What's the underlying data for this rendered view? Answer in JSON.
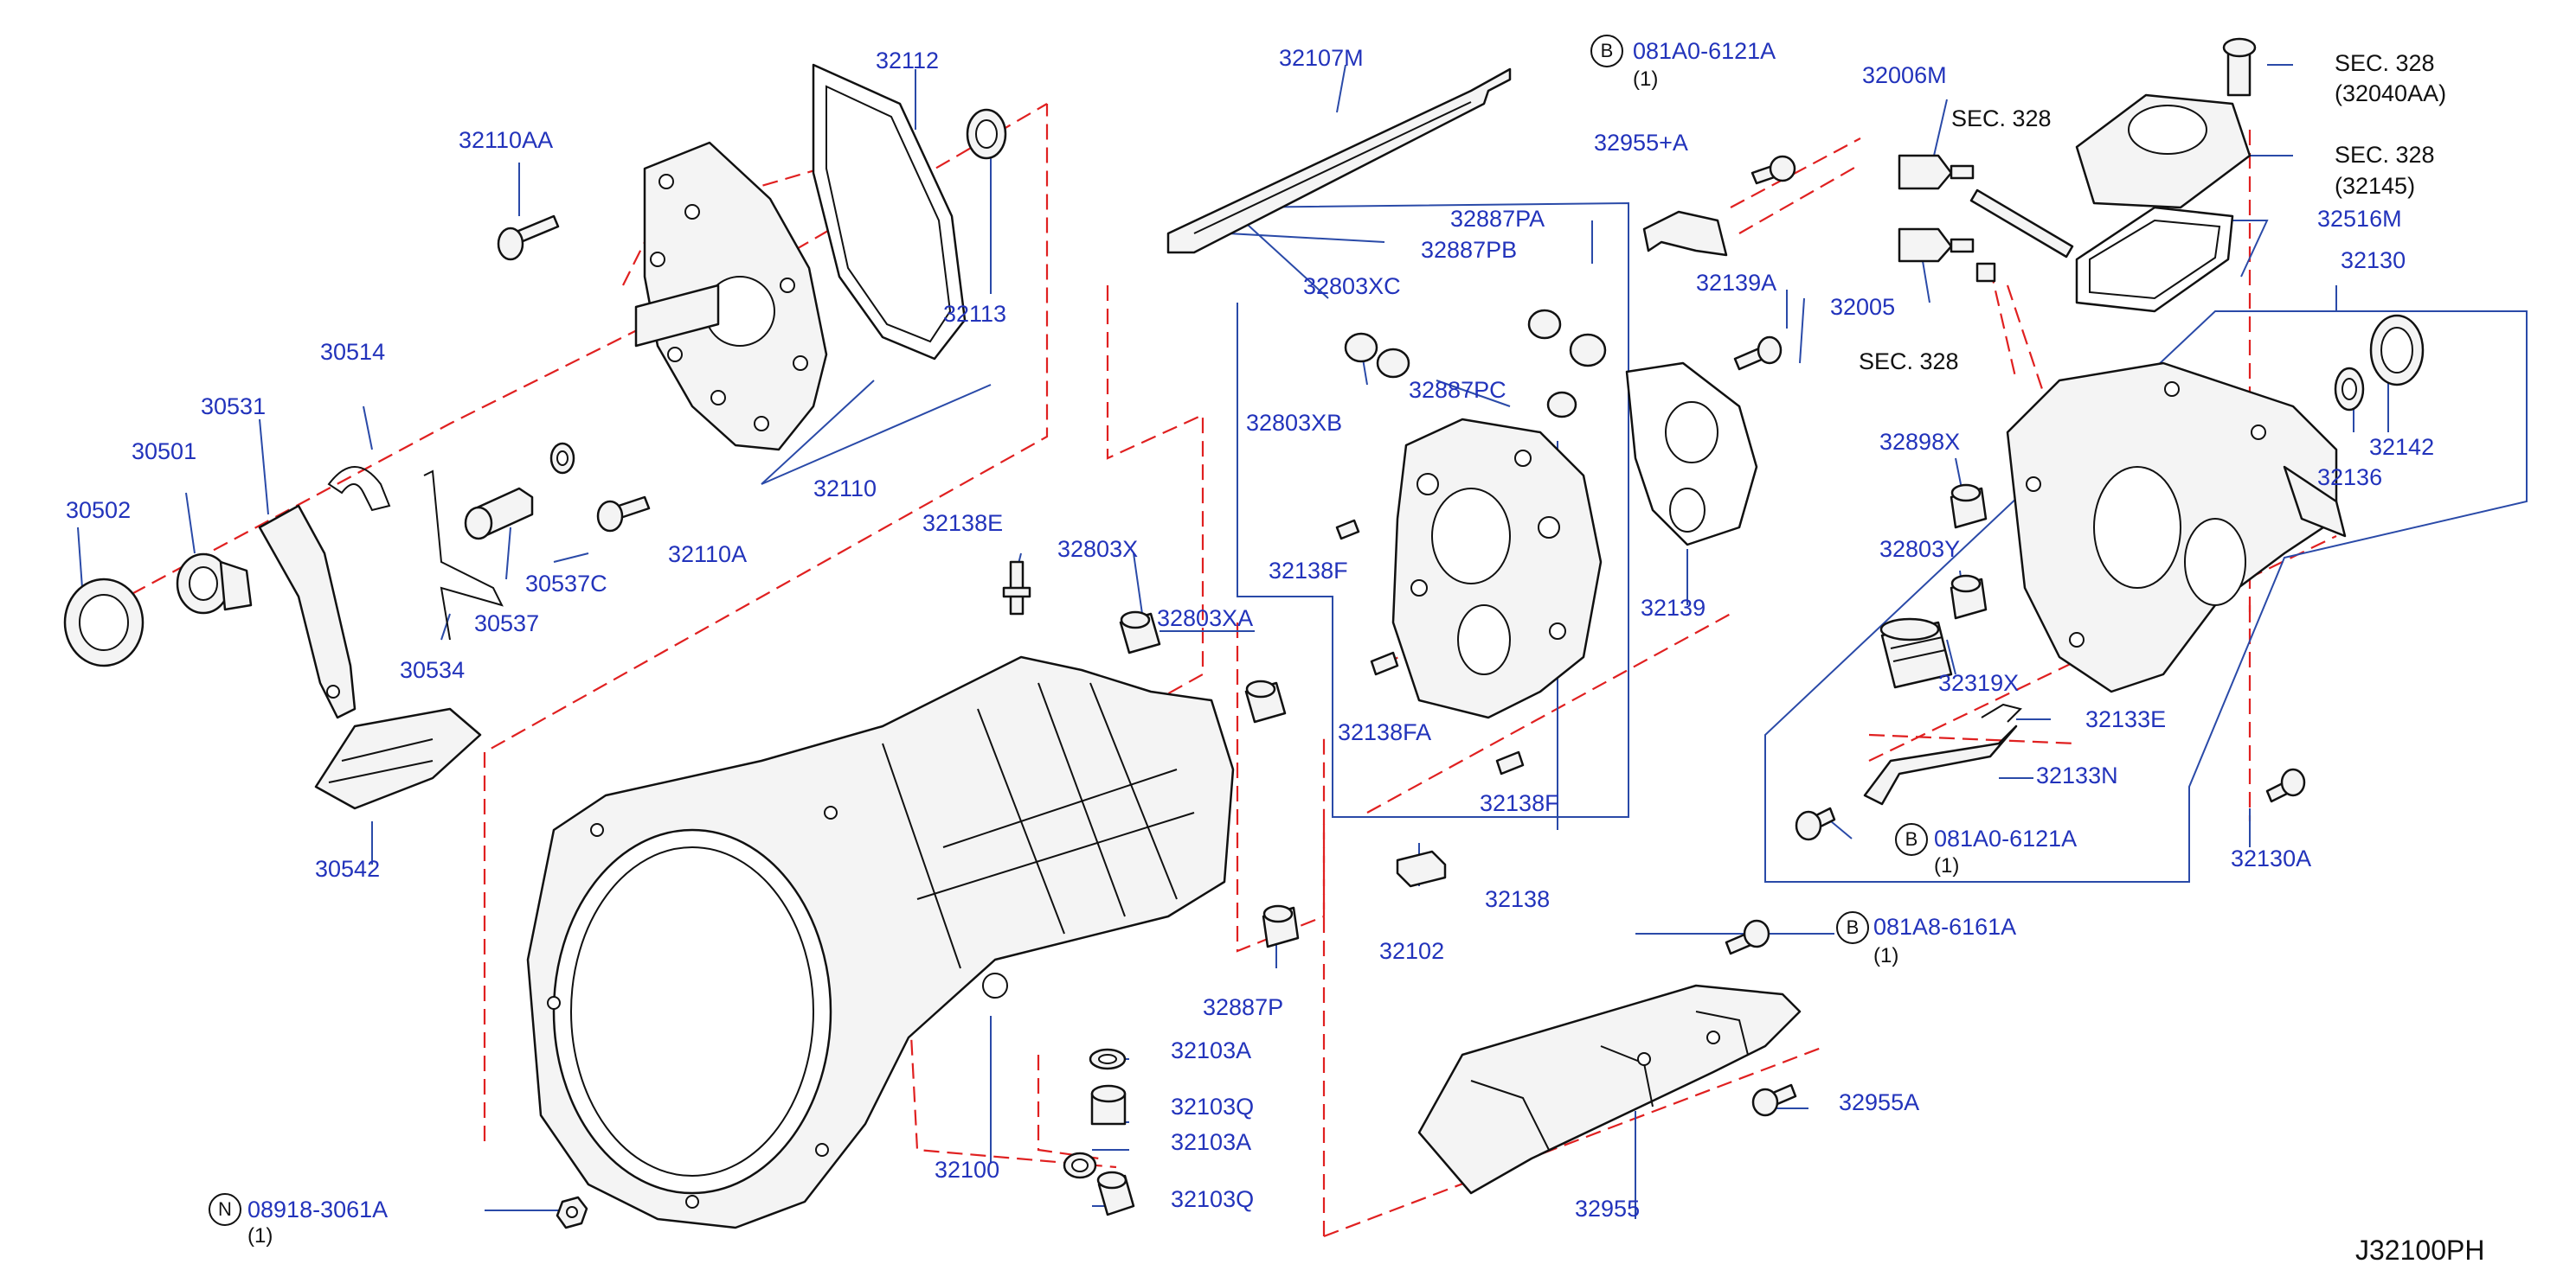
{
  "colors": {
    "label": "#2233bb",
    "leader": "#2a4aa8",
    "dashed_line": "#e02020",
    "outline": "#111111"
  },
  "diagram_id": "J32100PH",
  "labels": [
    {
      "id": "32112",
      "text": "32112"
    },
    {
      "id": "32110AA",
      "text": "32110AA"
    },
    {
      "id": "32113",
      "text": "32113"
    },
    {
      "id": "30514",
      "text": "30514"
    },
    {
      "id": "30531",
      "text": "30531"
    },
    {
      "id": "30501",
      "text": "30501"
    },
    {
      "id": "30502",
      "text": "30502"
    },
    {
      "id": "32110",
      "text": "32110"
    },
    {
      "id": "30537C",
      "text": "30537C"
    },
    {
      "id": "32110A",
      "text": "32110A"
    },
    {
      "id": "30537",
      "text": "30537"
    },
    {
      "id": "30534",
      "text": "30534"
    },
    {
      "id": "30542",
      "text": "30542"
    },
    {
      "id": "32107M",
      "text": "32107M"
    },
    {
      "id": "32138E",
      "text": "32138E"
    },
    {
      "id": "32803X",
      "text": "32803X"
    },
    {
      "id": "32803XA",
      "text": "32803XA"
    },
    {
      "id": "32887P",
      "text": "32887P"
    },
    {
      "id": "32103A_1",
      "text": "32103A"
    },
    {
      "id": "32103Q_1",
      "text": "32103Q"
    },
    {
      "id": "32103A_2",
      "text": "32103A"
    },
    {
      "id": "32103Q_2",
      "text": "32103Q"
    },
    {
      "id": "32100",
      "text": "32100"
    },
    {
      "id": "32887PA",
      "text": "32887PA"
    },
    {
      "id": "32887PB",
      "text": "32887PB"
    },
    {
      "id": "32803XC",
      "text": "32803XC"
    },
    {
      "id": "32803XB",
      "text": "32803XB"
    },
    {
      "id": "32887PC",
      "text": "32887PC"
    },
    {
      "id": "32138F_1",
      "text": "32138F"
    },
    {
      "id": "32138FA",
      "text": "32138FA"
    },
    {
      "id": "32138F_2",
      "text": "32138F"
    },
    {
      "id": "32138",
      "text": "32138"
    },
    {
      "id": "32102",
      "text": "32102"
    },
    {
      "id": "081A0-6121A_top",
      "text": "081A0-6121A"
    },
    {
      "id": "32955+A",
      "text": "32955+A"
    },
    {
      "id": "32139A",
      "text": "32139A"
    },
    {
      "id": "32139",
      "text": "32139"
    },
    {
      "id": "081A8-6161A",
      "text": "081A8-6161A"
    },
    {
      "id": "32955A",
      "text": "32955A"
    },
    {
      "id": "32955",
      "text": "32955"
    },
    {
      "id": "32006M",
      "text": "32006M"
    },
    {
      "id": "32005",
      "text": "32005"
    },
    {
      "id": "32516M",
      "text": "32516M"
    },
    {
      "id": "32130",
      "text": "32130"
    },
    {
      "id": "32142",
      "text": "32142"
    },
    {
      "id": "32136",
      "text": "32136"
    },
    {
      "id": "32898X",
      "text": "32898X"
    },
    {
      "id": "32803Y",
      "text": "32803Y"
    },
    {
      "id": "32319X",
      "text": "32319X"
    },
    {
      "id": "32133E",
      "text": "32133E"
    },
    {
      "id": "32133N",
      "text": "32133N"
    },
    {
      "id": "081A0-6121A_bottom",
      "text": "081A0-6121A"
    },
    {
      "id": "32130A",
      "text": "32130A"
    },
    {
      "id": "08918-3061A",
      "text": "08918-3061A"
    }
  ],
  "quantities": {
    "q_081A0_top": "(1)",
    "q_081A8": "(1)",
    "q_081A0_bottom": "(1)",
    "q_08918": "(1)"
  },
  "badges": {
    "b1": "B",
    "b2": "B",
    "b3": "B",
    "n1": "N"
  },
  "sec_notes": {
    "s1": "SEC.   328",
    "s2": "SEC.   328",
    "s3": "SEC.   328",
    "s4": "SEC.   328",
    "s1b": "(32040AA)",
    "s2b": "(32145)"
  }
}
